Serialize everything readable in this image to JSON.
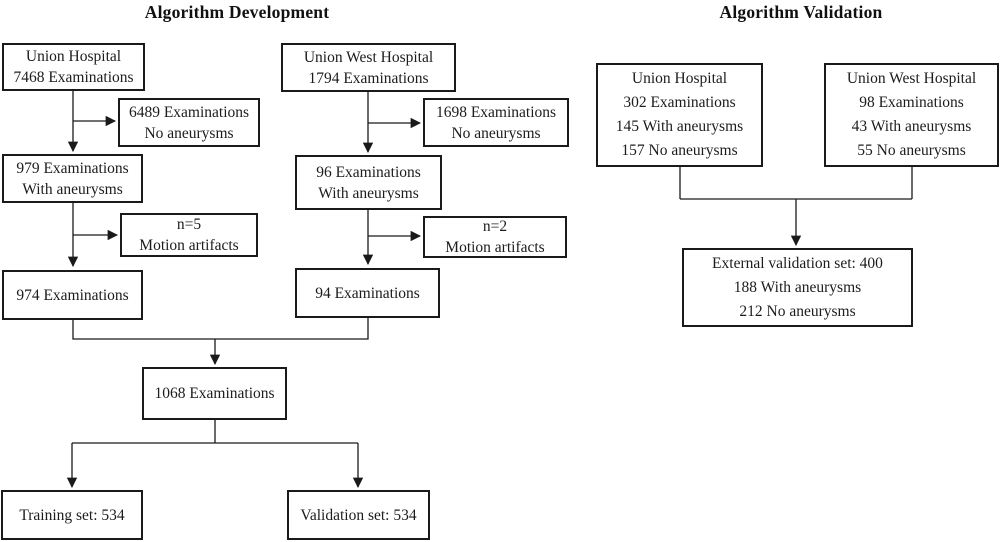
{
  "titles": {
    "development": "Algorithm Development",
    "validation": "Algorithm Validation"
  },
  "development": {
    "union_hospital": {
      "line1": "Union Hospital",
      "line2": "7468 Examinations"
    },
    "excluded_no_aneurysms_uh": {
      "line1": "6489 Examinations",
      "line2": "No aneurysms"
    },
    "with_aneurysms_uh": {
      "line1": "979 Examinations",
      "line2": "With aneurysms"
    },
    "motion_artifacts_uh": {
      "line1": "n=5",
      "line2": "Motion artifacts"
    },
    "remaining_uh": {
      "line1": "974 Examinations"
    },
    "union_west_hospital": {
      "line1": "Union West Hospital",
      "line2": "1794 Examinations"
    },
    "excluded_no_aneurysms_uwh": {
      "line1": "1698 Examinations",
      "line2": "No aneurysms"
    },
    "with_aneurysms_uwh": {
      "line1": "96 Examinations",
      "line2": "With aneurysms"
    },
    "motion_artifacts_uwh": {
      "line1": "n=2",
      "line2": "Motion artifacts"
    },
    "remaining_uwh": {
      "line1": "94 Examinations"
    },
    "combined": {
      "line1": "1068 Examinations"
    },
    "training_set": {
      "line1": "Training set: 534"
    },
    "validation_set": {
      "line1": "Validation set: 534"
    }
  },
  "validation": {
    "union_hospital": {
      "line1": "Union Hospital",
      "line2": "302 Examinations",
      "line3": "145 With aneurysms",
      "line4": "157 No aneurysms"
    },
    "union_west_hospital": {
      "line1": "Union West Hospital",
      "line2": "98 Examinations",
      "line3": "43 With aneurysms",
      "line4": "55 No aneurysms"
    },
    "external_set": {
      "line1": "External validation set: 400",
      "line2": "188 With aneurysms",
      "line3": "212 No aneurysms"
    }
  },
  "colors": {
    "ink": "#1a1a1a",
    "background": "#ffffff"
  }
}
